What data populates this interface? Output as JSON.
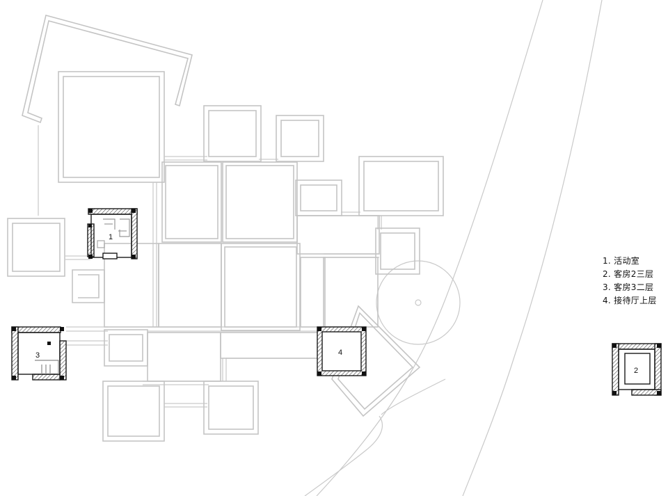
{
  "legend": {
    "items": [
      "1. 活动室",
      "2. 客房2三层",
      "3. 客房3二层",
      "4. 接待厅上层"
    ]
  },
  "markers": {
    "m1": "1",
    "m2": "2",
    "m3": "3",
    "m4": "4"
  },
  "colors": {
    "background": "#ffffff",
    "light_lines": "#c4c4c4",
    "dark_lines": "#1a1a1a"
  }
}
